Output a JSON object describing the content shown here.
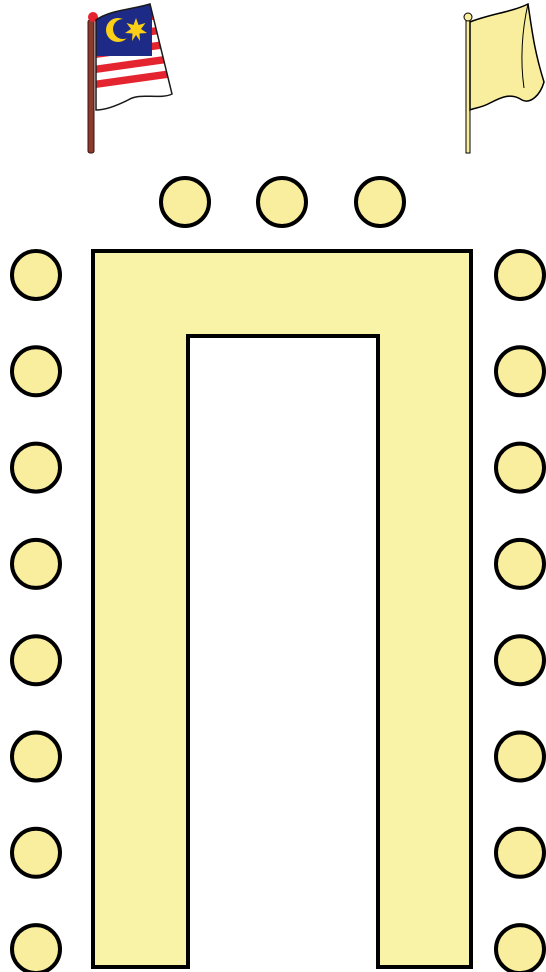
{
  "colors": {
    "table_fill": "#f9f3a7",
    "chair_fill": "#f9ee9e",
    "stroke": "#000000",
    "background": "#ffffff",
    "flag_red": "#e4252f",
    "flag_blue": "#1d2a86",
    "flag_yellow": "#fbd016",
    "flag_white": "#ffffff",
    "pole_brown": "#8c3a2c",
    "plain_flag_fill": "#f9ee9e"
  },
  "layout": {
    "table_shape": "U-shaped table, open end at bottom",
    "head_chairs": 3,
    "left_side_chairs": 8,
    "right_side_chairs": 8
  },
  "flags": {
    "left": {
      "icon": "malaysia-flag-icon"
    },
    "right": {
      "icon": "plain-flag-icon"
    }
  }
}
